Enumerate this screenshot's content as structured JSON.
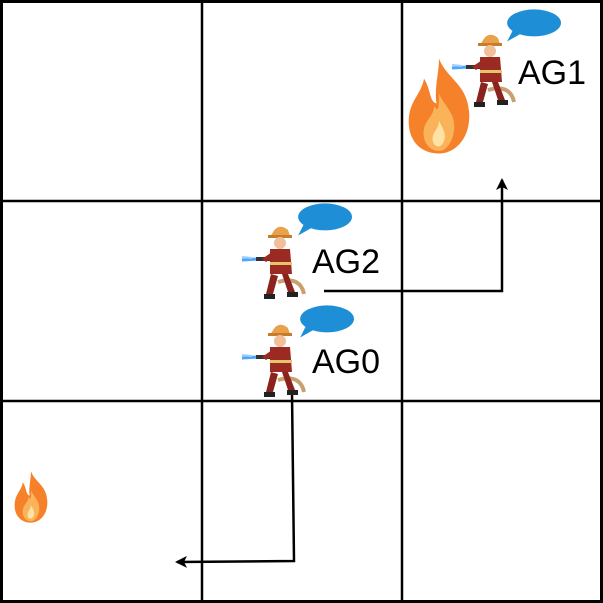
{
  "grid": {
    "rows": 3,
    "cols": 3,
    "line_color": "#000000"
  },
  "agents": [
    {
      "id": "ag0",
      "label": "AG0",
      "icon": "firefighter-icon",
      "cell": [
        1,
        1
      ]
    },
    {
      "id": "ag1",
      "label": "AG1",
      "icon": "firefighter-icon",
      "cell": [
        0,
        2
      ]
    },
    {
      "id": "ag2",
      "label": "AG2",
      "icon": "firefighter-icon",
      "cell": [
        1,
        1
      ]
    }
  ],
  "fires": [
    {
      "icon": "fire-icon",
      "cell": [
        0,
        2
      ],
      "size": "large"
    },
    {
      "icon": "fire-icon",
      "cell": [
        2,
        0
      ],
      "size": "small"
    }
  ],
  "paths": [
    {
      "agent": "AG2",
      "from_cell": [
        1,
        1
      ],
      "to_cell": [
        0,
        2
      ]
    },
    {
      "agent": "AG0",
      "from_cell": [
        1,
        1
      ],
      "to_cell": [
        2,
        0
      ]
    }
  ],
  "colors": {
    "speech_bubble": "#1e8fd6",
    "fire_outer": "#f5822a",
    "fire_inner": "#fbb35a",
    "helmet": "#e9a14a",
    "suit": "#9b2a22",
    "water": "#4aa6ff"
  }
}
